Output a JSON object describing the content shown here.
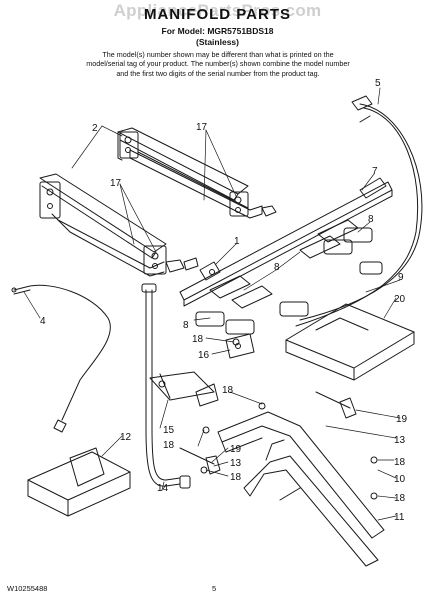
{
  "header": {
    "watermark": "AppliancePartsPros.com",
    "title": "MANIFOLD PARTS",
    "model_line": "For Model: MGR5751BDS18",
    "finish": "(Stainless)",
    "note": "The model(s) number shown may be different than what is printed on the model/serial tag of your product. The number(s) shown combine the model number and the first two digits of the serial number from the product tag."
  },
  "callouts": [
    "2",
    "17",
    "5",
    "7",
    "17",
    "1",
    "8",
    "8",
    "9",
    "20",
    "4",
    "8",
    "18",
    "16",
    "18",
    "19",
    "15",
    "13",
    "18",
    "19",
    "18",
    "12",
    "13",
    "18",
    "14",
    "10",
    "18",
    "11"
  ],
  "footer": {
    "doc_number": "W10255488",
    "page": "5"
  }
}
